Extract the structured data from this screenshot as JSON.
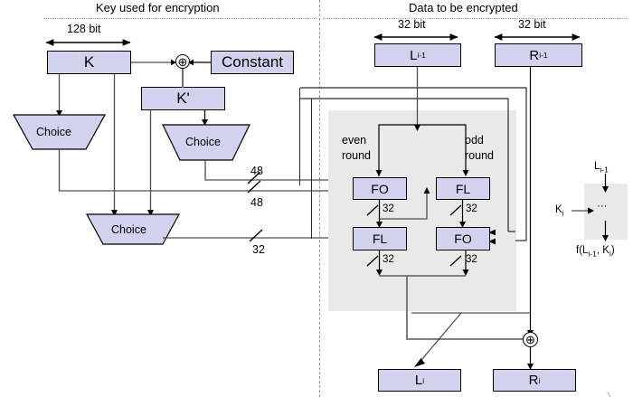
{
  "diagram": {
    "title_left": "Key used for encryption",
    "title_right": "Data to be encrypted",
    "colors": {
      "box_fill": "#d2d2ef",
      "box_stroke": "#000000",
      "panel_fill": "#e9e9e9",
      "line_dark": "#000000",
      "line_gray": "#6e6e6e",
      "divider": "#9a9a9a"
    }
  },
  "key_side": {
    "width_label": "128 bit",
    "key_box": "K",
    "constant_box": "Constant",
    "kprime_box": "K'",
    "xor_symbol": "⊕",
    "choice_1": "Choice",
    "choice_2": "Choice",
    "choice_3": "Choice",
    "bus_labels": {
      "top_48": "48",
      "second_48": "48",
      "bottom_32": "32"
    }
  },
  "data_side": {
    "left_width_label": "32 bit",
    "right_width_label": "32 bit",
    "input_left": {
      "base": "L",
      "sub": "i-1"
    },
    "input_right": {
      "base": "R",
      "sub": "i-1"
    },
    "output_left": {
      "base": "L",
      "sub": "i"
    },
    "output_right": {
      "base": "R",
      "sub": "i"
    },
    "even_round_line1": "even",
    "even_round_line2": "round",
    "odd_round_line1": "odd",
    "odd_round_line2": "round",
    "rounds": [
      {
        "left": "FO",
        "right": "FL"
      },
      {
        "left": "FL",
        "right": "FO"
      }
    ],
    "bit_widths": [
      "32",
      "32",
      "32",
      "32"
    ],
    "xor_symbol": "⊕"
  },
  "legend": {
    "input_base": "L",
    "input_sub": "i-1",
    "key_base": "K",
    "key_sub": "i",
    "body": "···",
    "caption_prefix": "f(L",
    "caption_sub1": "i-1",
    "caption_mid": ", K",
    "caption_sub2": "i",
    "caption_suffix": ")"
  }
}
